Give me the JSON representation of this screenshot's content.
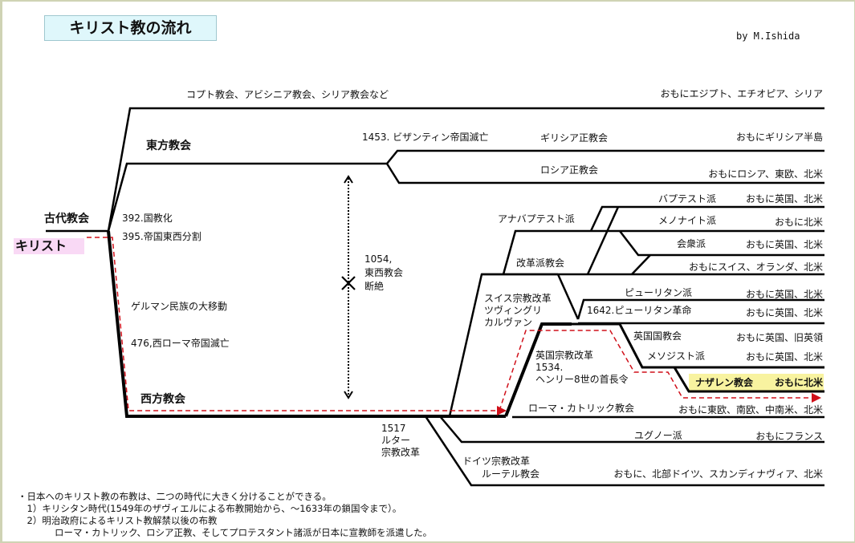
{
  "title": "キリスト教の流れ",
  "author": "by M.Ishida",
  "origin": {
    "christ": "キリスト",
    "ancient_church": "古代教会"
  },
  "events": {
    "e392": "392.国教化",
    "e395": "395.帝国東西分割",
    "germanic": "ゲルマン民族の大移動",
    "e476": "476,西ローマ帝国滅亡",
    "e1054_1": "1054,",
    "e1054_2": "東西教会",
    "e1054_3": "断絶",
    "e1453": "1453. ビザンティン帝国滅亡",
    "e1517_1": "1517",
    "e1517_2": "ルター",
    "e1517_3": "宗教改革",
    "swiss_1": "スイス宗教改革",
    "swiss_2": "ツヴィングリ",
    "swiss_3": "カルヴァン",
    "england_1": "英国宗教改革",
    "england_2": "1534.",
    "england_3": "ヘンリー8世の首長令",
    "german_1": "ドイツ宗教改革",
    "e1642": "1642.ピューリタン革命"
  },
  "branches": {
    "eastern": "東方教会",
    "western": "西方教会",
    "coptic": "コプト教会、アビシニア教会、シリア教会など",
    "anabaptist": "アナバプテスト派",
    "reformed": "改革派教会"
  },
  "churches": [
    {
      "name": "",
      "region": "おもにエジプト、エチオピア、シリア"
    },
    {
      "name": "ギリシア正教会",
      "region": "おもにギリシア半島"
    },
    {
      "name": "ロシア正教会",
      "region": "おもにロシア、東欧、北米"
    },
    {
      "name": "バプテスト派",
      "region": "おもに英国、北米"
    },
    {
      "name": "メノナイト派",
      "region": "おもに北米"
    },
    {
      "name": "会衆派",
      "region": "おもに英国、北米"
    },
    {
      "name": "",
      "region": "おもにスイス、オランダ、北米"
    },
    {
      "name": "ピューリタン派",
      "region": "おもに英国、北米"
    },
    {
      "name": "",
      "region": "おもに英国、北米"
    },
    {
      "name": "英国国教会",
      "region": "おもに英国、旧英領"
    },
    {
      "name": "メソジスト派",
      "region": "おもに英国、北米"
    },
    {
      "name": "ナザレン教会",
      "region": "おもに北米"
    },
    {
      "name": "ローマ・カトリック教会",
      "region": "おもに東欧、南欧、中南米、北米"
    },
    {
      "name": "ユグノー派",
      "region": "おもにフランス"
    },
    {
      "name": "ルーテル教会",
      "region": "おもに、北部ドイツ、スカンディナヴィア、北米"
    }
  ],
  "notes": [
    "・日本へのキリスト教の布教は、二つの時代に大きく分けることができる。",
    "　1）キリシタン時代(1549年のザヴィエルによる布教開始から、～1633年の鎖国令まで）。",
    "　2）明治政府によるキリスト教解禁以後の布教",
    "　　　　ローマ・カトリック、ロシア正教、そしてプロテスタント諸派が日本に宣教師を派遣した。"
  ],
  "colors": {
    "line": "#000000",
    "path": "#d0101a",
    "title_bg": "#dff7fb",
    "christ_bg": "#f9d9f5",
    "nazarene_bg": "#f8f3a0",
    "frame": "#cfd3b4"
  }
}
